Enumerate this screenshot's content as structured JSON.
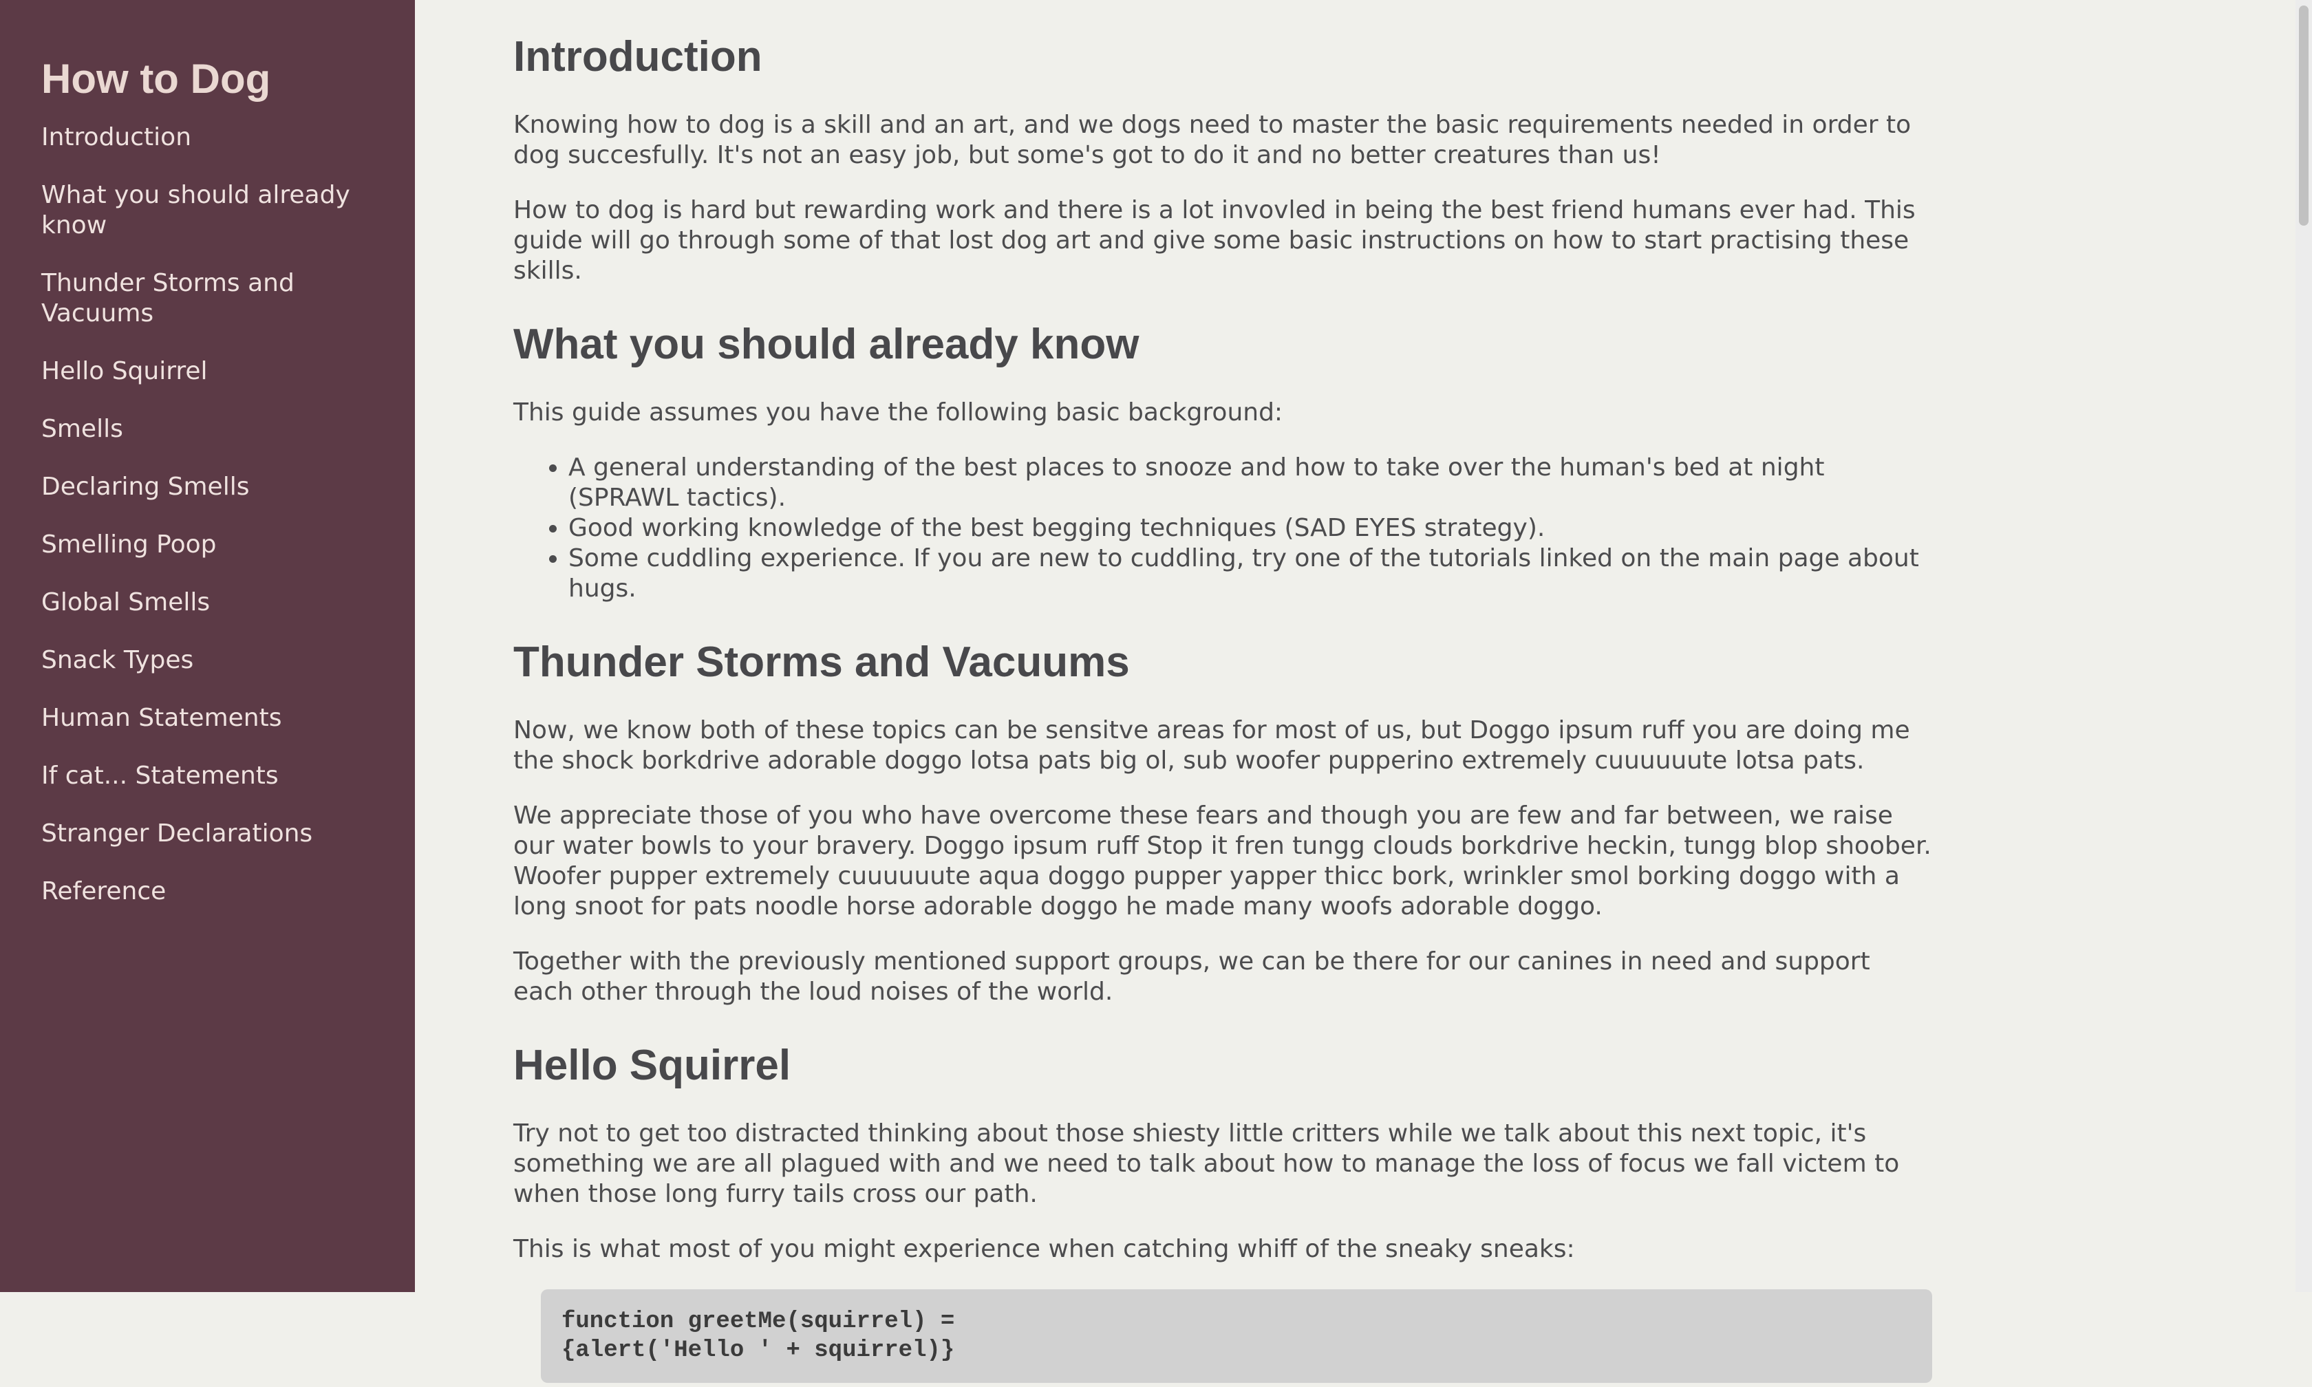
{
  "sidebar": {
    "title": "How to Dog",
    "items": [
      {
        "label": "Introduction"
      },
      {
        "label": "What you should already know"
      },
      {
        "label": "Thunder Storms and Vacuums"
      },
      {
        "label": "Hello Squirrel"
      },
      {
        "label": "Smells"
      },
      {
        "label": "Declaring Smells"
      },
      {
        "label": "Smelling Poop"
      },
      {
        "label": "Global Smells"
      },
      {
        "label": "Snack Types"
      },
      {
        "label": "Human Statements"
      },
      {
        "label": "If cat... Statements"
      },
      {
        "label": "Stranger Declarations"
      },
      {
        "label": "Reference"
      }
    ]
  },
  "main": {
    "introduction": {
      "heading": "Introduction",
      "paragraphs": [
        "Knowing how to dog is a skill and an art, and we dogs need to master the basic requirements needed in order to dog succesfully. It's not an easy job, but some's got to do it and no better creatures than us!",
        "How to dog is hard but rewarding work and there is a lot invovled in being the best friend humans ever had. This guide will go through some of that lost dog art and give some basic instructions on how to start practising these skills."
      ]
    },
    "know": {
      "heading": "What you should already know",
      "paragraph": "This guide assumes you have the following basic background:",
      "items": [
        "A general understanding of the best places to snooze and how to take over the human's bed at night (SPRAWL tactics).",
        "Good working knowledge of the best begging techniques (SAD EYES strategy).",
        "Some cuddling experience. If you are new to cuddling, try one of the tutorials linked on the main page about hugs."
      ]
    },
    "thunder": {
      "heading": "Thunder Storms and Vacuums",
      "paragraphs": [
        "Now, we know both of these topics can be sensitve areas for most of us, but Doggo ipsum ruff you are doing me the shock borkdrive adorable doggo lotsa pats big ol, sub woofer pupperino extremely cuuuuuute lotsa pats.",
        "We appreciate those of you who have overcome these fears and though you are few and far between, we raise our water bowls to your bravery. Doggo ipsum ruff Stop it fren tungg clouds borkdrive heckin, tungg blop shoober. Woofer pupper extremely cuuuuuute aqua doggo pupper yapper thicc bork, wrinkler smol borking doggo with a long snoot for pats noodle horse adorable doggo he made many woofs adorable doggo.",
        "Together with the previously mentioned support groups, we can be there for our canines in need and support each other through the loud noises of the world."
      ]
    },
    "squirrel": {
      "heading": "Hello Squirrel",
      "paragraphs": [
        "Try not to get too distracted thinking about those shiesty little critters while we talk about this next topic, it's something we are all plagued with and we need to talk about how to manage the loss of focus we fall victem to when those long furry tails cross our path.",
        "This is what most of you might experience when catching whiff of the sneaky sneaks:"
      ],
      "code": "function greetMe(squirrel) =\n{alert('Hello ' + squirrel)}"
    }
  },
  "colors": {
    "sidebar_bg": "#5c3a46",
    "page_bg": "#f0f0eb",
    "code_bg": "#d1d1d1"
  }
}
